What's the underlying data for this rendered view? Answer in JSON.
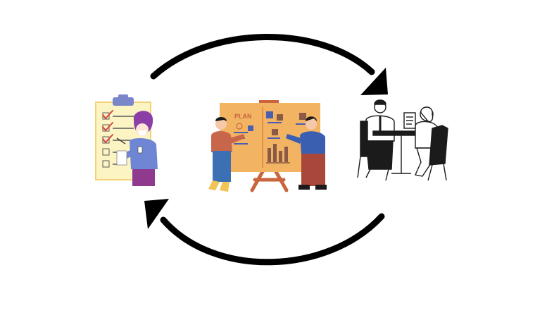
{
  "diagram": {
    "type": "cycle",
    "arrow_color": "#000000",
    "nodes": [
      {
        "id": "checklist",
        "icon": "checklist-person-icon"
      },
      {
        "id": "planning",
        "icon": "planning-board-team-icon",
        "board_label": "PLAN"
      },
      {
        "id": "meeting",
        "icon": "business-meeting-icon"
      }
    ],
    "arrows": [
      {
        "from": "checklist",
        "to": "meeting",
        "direction": "clockwise-top"
      },
      {
        "from": "meeting",
        "to": "checklist",
        "direction": "clockwise-bottom"
      }
    ],
    "colors": {
      "clipboard_paper": "#fdf4c4",
      "clipboard_clip": "#7a86c9",
      "check_red": "#d8473d",
      "person1_hair": "#8b3fa6",
      "person1_shirt": "#6e86d4",
      "person1_pants": "#8f3a8f",
      "board": "#f2b463",
      "board_stand": "#c9643d",
      "presenter_shirt": "#c8664b",
      "presenter_pants": "#3c6fb3",
      "presenter2_shirt": "#3b5fb0",
      "presenter2_pants": "#a9483a",
      "sticky_blue": "#4a5fb0",
      "sticky_brown": "#8a5a46"
    }
  }
}
